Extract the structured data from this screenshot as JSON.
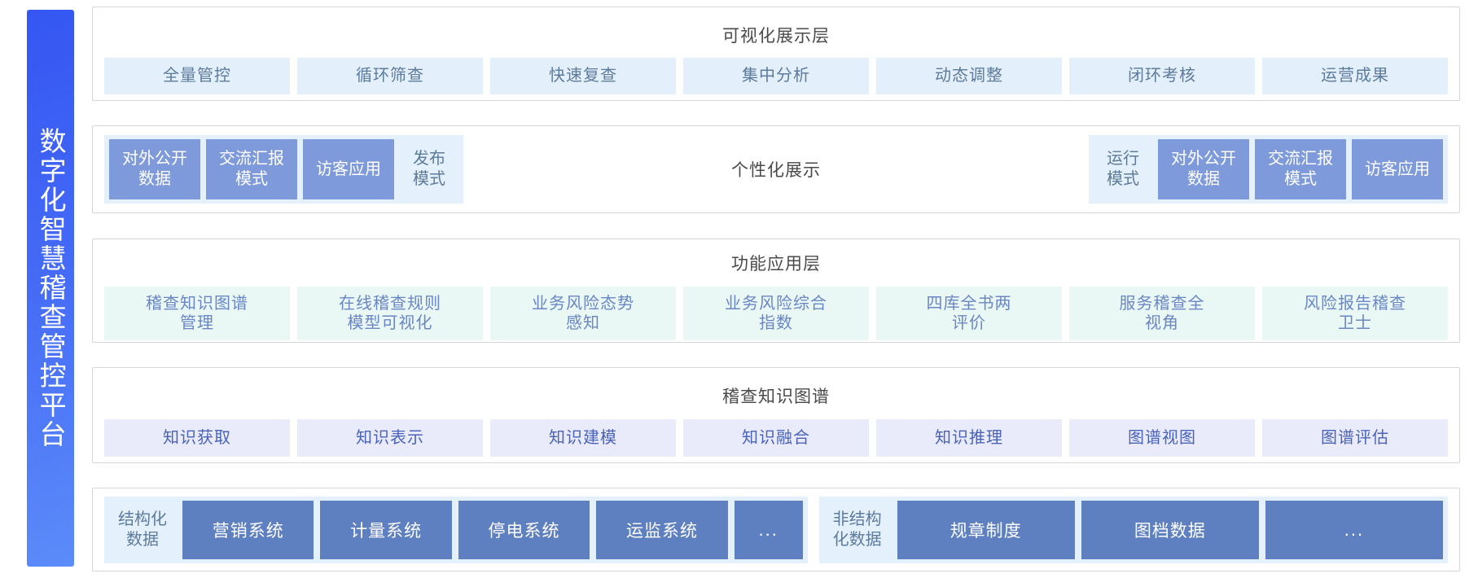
{
  "sidebar": {
    "title": "数字化智慧稽查管控平台"
  },
  "colors": {
    "sidebar_gradient_start": "#3556f2",
    "sidebar_gradient_end": "#5b8cf9",
    "chip_blue_bg": "#e3effa",
    "chip_mint_bg": "#e9f8f5",
    "chip_lavender_bg": "#e9ebfb",
    "solid_blue_bg": "#7e9ada",
    "data_box_bg": "#5e7fc0",
    "group_strip_bg": "#e4f0fb",
    "title_text": "#4a4a4a",
    "card_border": "#d6d6d6"
  },
  "rows": {
    "visualization": {
      "title": "可视化展示层",
      "chips": [
        "全量管控",
        "循环筛查",
        "快速复查",
        "集中分析",
        "动态调整",
        "闭环考核",
        "运营成果"
      ]
    },
    "personalized": {
      "center_title": "个性化展示",
      "left_group": [
        {
          "label": "对外公开\n数据",
          "style": "solid"
        },
        {
          "label": "交流汇报\n模式",
          "style": "solid"
        },
        {
          "label": "访客应用",
          "style": "solid"
        },
        {
          "label": "发布\n模式",
          "style": "light"
        }
      ],
      "right_group": [
        {
          "label": "运行\n模式",
          "style": "light"
        },
        {
          "label": "对外公开\n数据",
          "style": "solid"
        },
        {
          "label": "交流汇报\n模式",
          "style": "solid"
        },
        {
          "label": "访客应用",
          "style": "solid"
        }
      ]
    },
    "functional": {
      "title": "功能应用层",
      "chips": [
        "稽查知识图谱\n管理",
        "在线稽查规则\n模型可视化",
        "业务风险态势\n感知",
        "业务风险综合\n指数",
        "四库全书两\n评价",
        "服务稽查全\n视角",
        "风险报告稽查\n卫士"
      ]
    },
    "knowledge_graph": {
      "title": "稽查知识图谱",
      "chips": [
        "知识获取",
        "知识表示",
        "知识建模",
        "知识融合",
        "知识推理",
        "图谱视图",
        "图谱评估"
      ]
    },
    "data_layer": {
      "structured": {
        "label": "结构化\n数据",
        "boxes": [
          "营销系统",
          "计量系统",
          "停电系统",
          "运监系统",
          "..."
        ]
      },
      "unstructured": {
        "label": "非结构\n化数据",
        "boxes": [
          "规章制度",
          "图档数据",
          "..."
        ]
      }
    }
  }
}
